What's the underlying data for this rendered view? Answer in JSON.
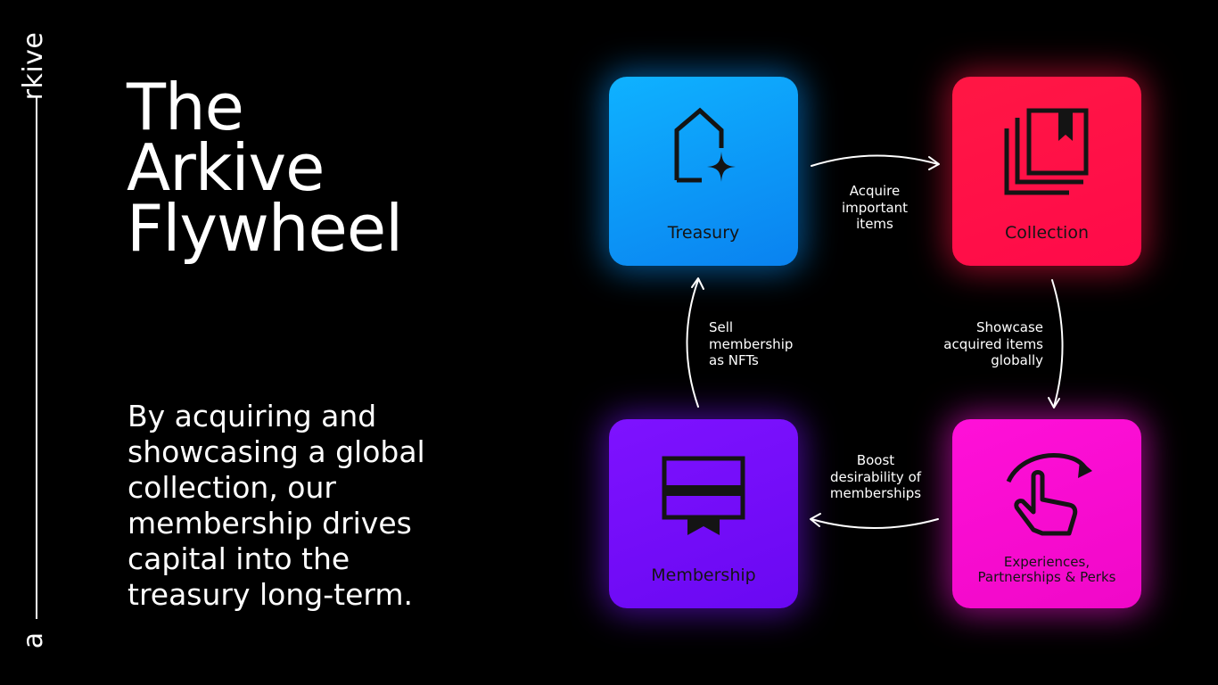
{
  "brand": {
    "name_top": "rkive",
    "name_bottom": "a"
  },
  "title": {
    "line1": "The",
    "line2": "Arkive",
    "line3": "Flywheel"
  },
  "description": "By acquiring and showcasing a global collection, our membership drives capital into the treasury long-term.",
  "nodes": {
    "treasury": {
      "label": "Treasury",
      "icon": "house-sparkle-icon",
      "color": "#0a9bff"
    },
    "collection": {
      "label": "Collection",
      "icon": "stacked-books-icon",
      "color": "#ff1748"
    },
    "membership": {
      "label": "Membership",
      "icon": "certificate-ribbon-icon",
      "color": "#730dff"
    },
    "experiences": {
      "label_line1": "Experiences,",
      "label_line2": "Partnerships & Perks",
      "icon": "tap-rotate-icon",
      "color": "#ff12dc"
    }
  },
  "edges": {
    "acquire": {
      "line1": "Acquire",
      "line2": "important",
      "line3": "items"
    },
    "showcase": {
      "line1": "Showcase",
      "line2": "acquired items",
      "line3": "globally"
    },
    "boost": {
      "line1": "Boost",
      "line2": "desirability of",
      "line3": "memberships"
    },
    "sell": {
      "line1": "Sell",
      "line2": "membership",
      "line3": "as NFTs"
    }
  }
}
